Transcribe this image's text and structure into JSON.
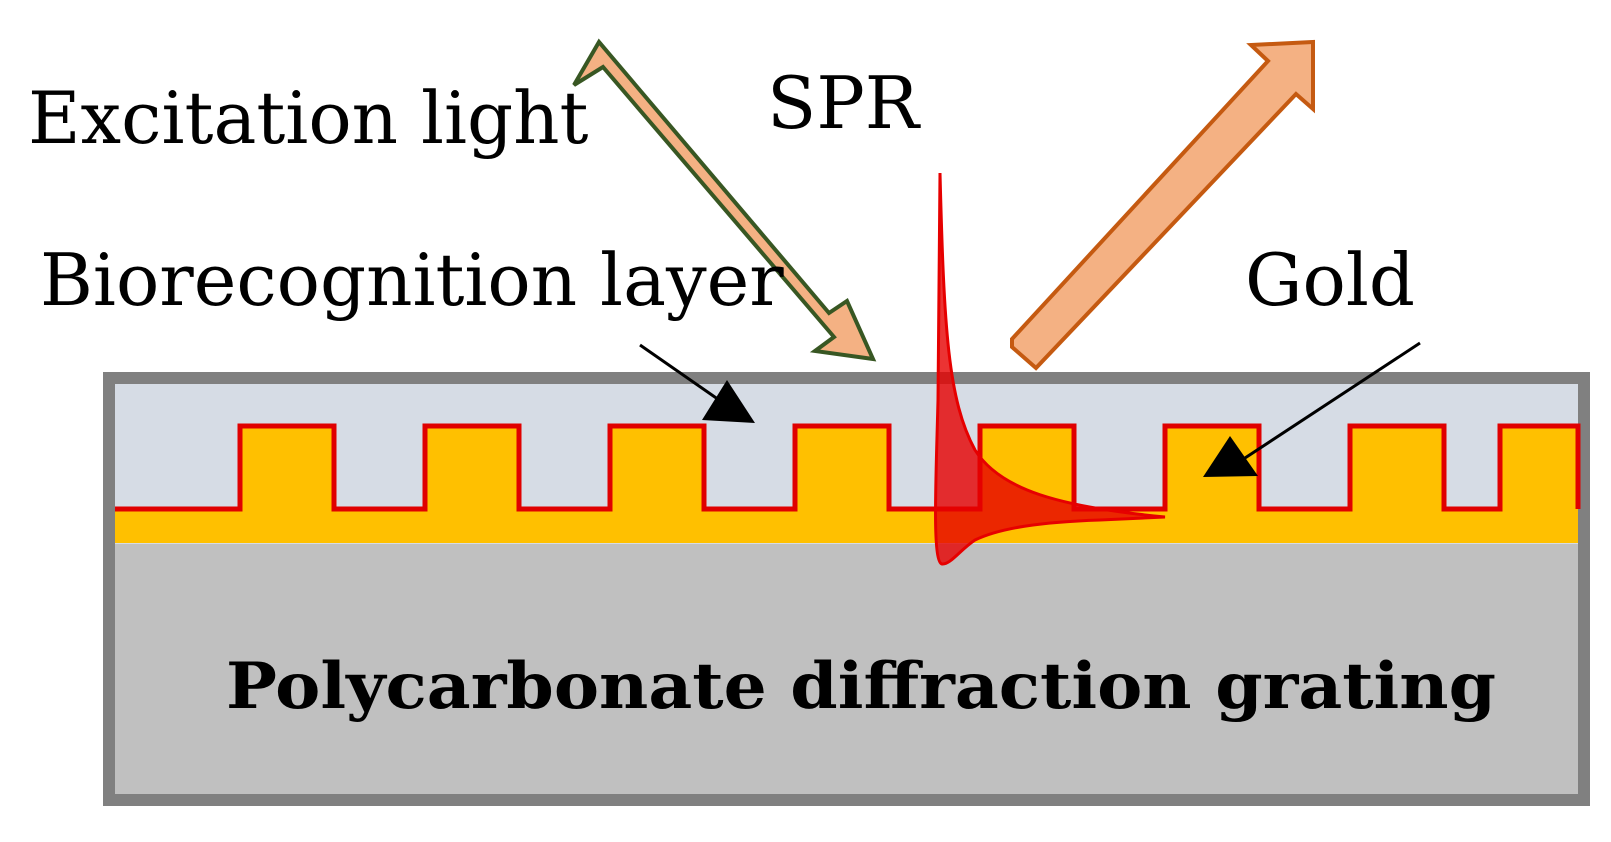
{
  "labels": {
    "excitation_light": "Excitation light",
    "spr": "SPR",
    "biorecognition_layer": "Biorecognition layer",
    "gold": "Gold",
    "substrate": "Polycarbonate diffraction grating"
  },
  "colors": {
    "substrate_fill": "#c0c0c0",
    "substrate_border": "#808080",
    "biorecognition_fill": "#d6dce5",
    "gold_fill": "#ffc000",
    "grating_outline": "#e00000",
    "spr_field": "#e60000",
    "incident_arrow_fill": "#f4b183",
    "incident_arrow_stroke": "#385723",
    "reflected_arrow_fill": "#f4b183",
    "reflected_arrow_stroke": "#c55a11",
    "pointer_arrow": "#000000"
  }
}
